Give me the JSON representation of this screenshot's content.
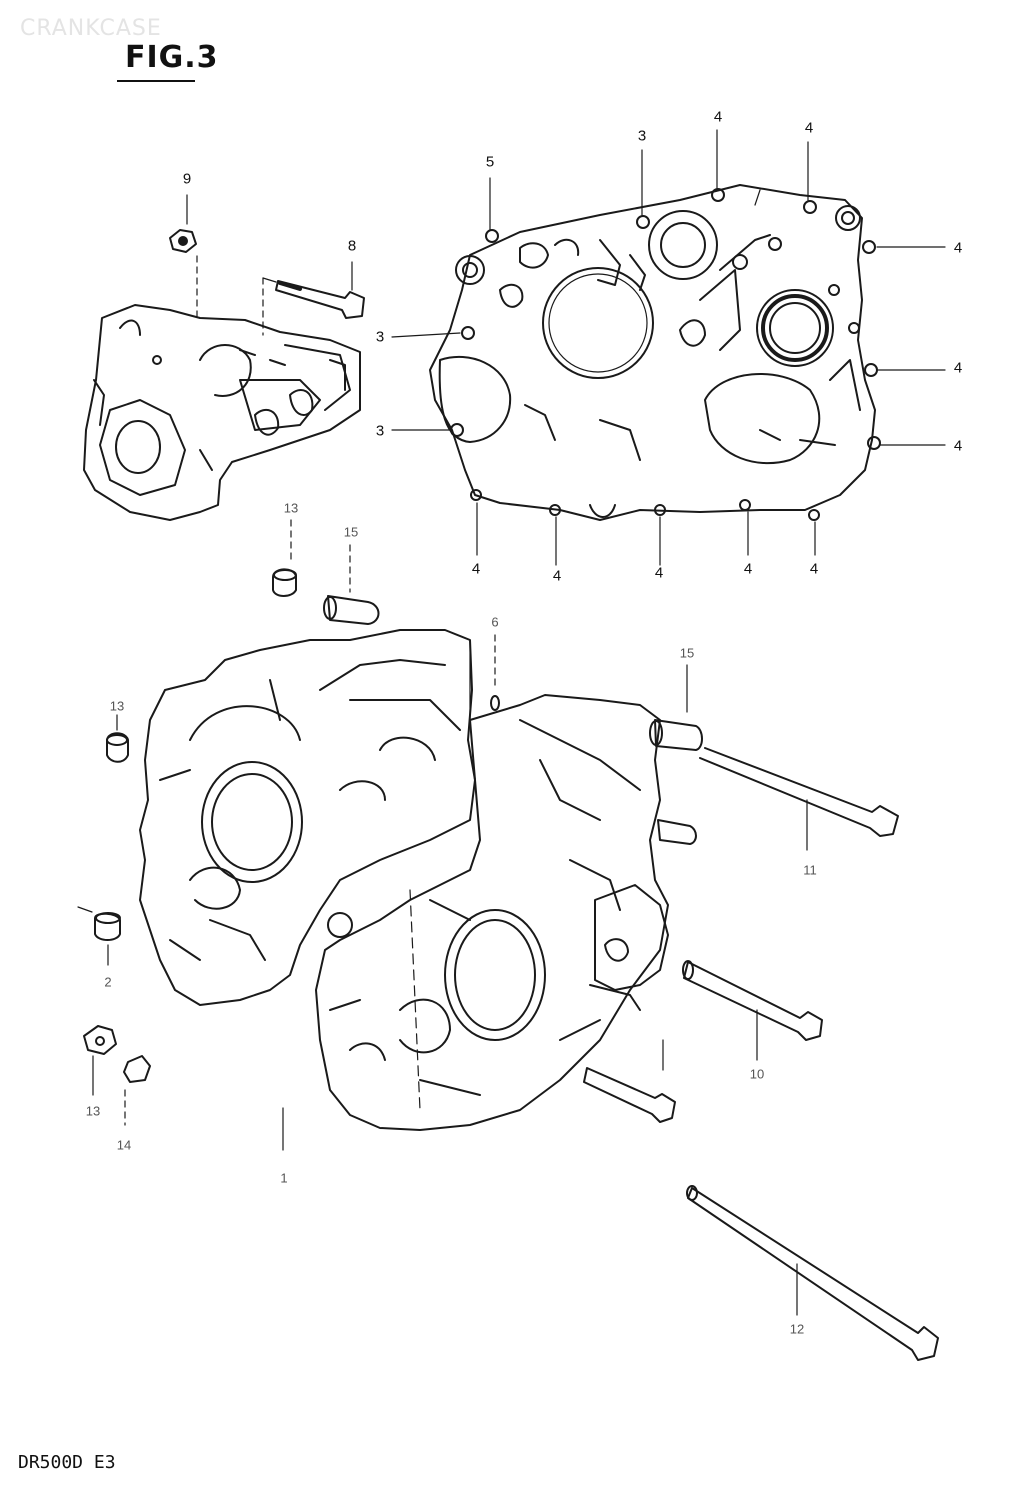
{
  "watermark": "CRANKCASE",
  "figure_title": "FIG.3",
  "footer_model": "DR500D E3",
  "callouts": {
    "c9": "9",
    "c8": "8",
    "c5": "5",
    "c3a": "3",
    "c4a": "4",
    "c4b": "4",
    "c4r1": "4",
    "c3b": "3",
    "c4r2": "4",
    "c3c": "3",
    "c4r3": "4",
    "c4b1": "4",
    "c4b2": "4",
    "c4b3": "4",
    "c4b4": "4",
    "c4b5": "4",
    "c13a": "13",
    "c15a": "15",
    "c6": "6",
    "c15b": "15",
    "c13b": "13",
    "c11": "11",
    "c2": "2",
    "c10": "10",
    "c13c": "13",
    "c14": "14",
    "c1": "1",
    "c12": "12"
  }
}
